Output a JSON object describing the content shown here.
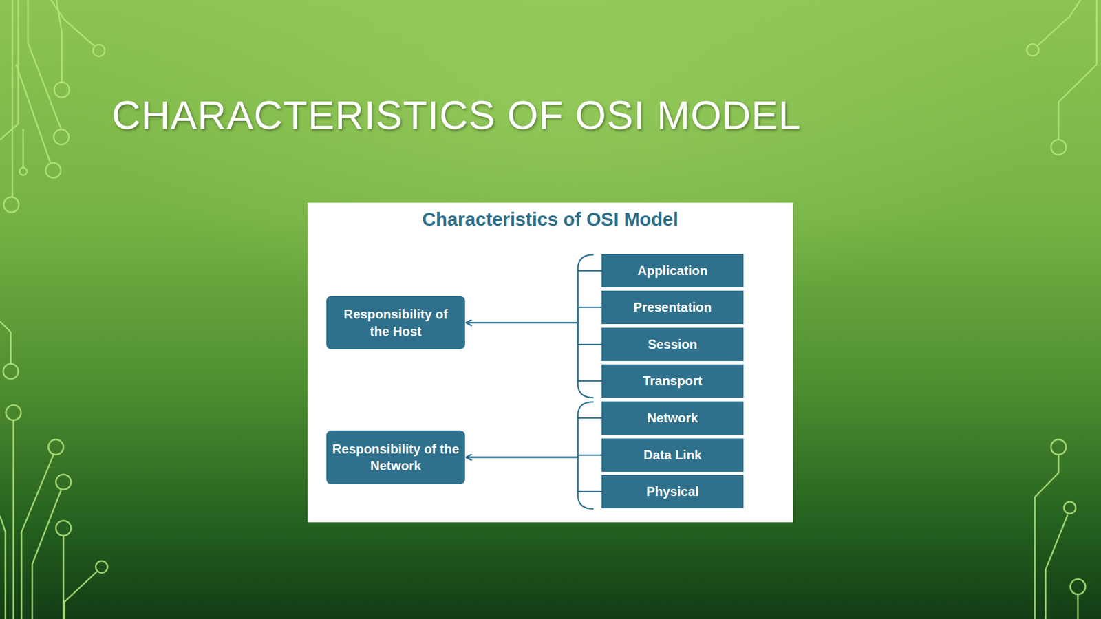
{
  "diagram": {
    "title": "CHARACTERISTICS OF OSI MODEL",
    "nodes": [
      {
        "text": [
          "Application"
        ]
      },
      {
        "text": [
          "Presentation"
        ]
      },
      {
        "text": [
          "Session"
        ]
      },
      {
        "text": [
          "Transport"
        ]
      },
      {
        "text": [
          "Network"
        ]
      },
      {
        "text": [
          "Data Link"
        ]
      },
      {
        "text": [
          "Physical"
        ]
      },
      {
        "text": [
          "Responsibility of the Host"
        ]
      },
      {
        "text": [
          "Responsibility of the Network"
        ]
      }
    ],
    "edges": [
      {
        "from": 0,
        "to": 7,
        "arrow": "to"
      },
      {
        "from": 1,
        "to": 7,
        "arrow": "to"
      },
      {
        "from": 2,
        "to": 7,
        "arrow": "to"
      },
      {
        "from": 3,
        "to": 7,
        "arrow": "to"
      },
      {
        "from": 4,
        "to": 8,
        "arrow": "to"
      },
      {
        "from": 5,
        "to": 8,
        "arrow": "to"
      },
      {
        "from": 6,
        "to": 8,
        "arrow": "to"
      }
    ],
    "labels": [
      "Characteristics of OSI Model"
    ]
  }
}
